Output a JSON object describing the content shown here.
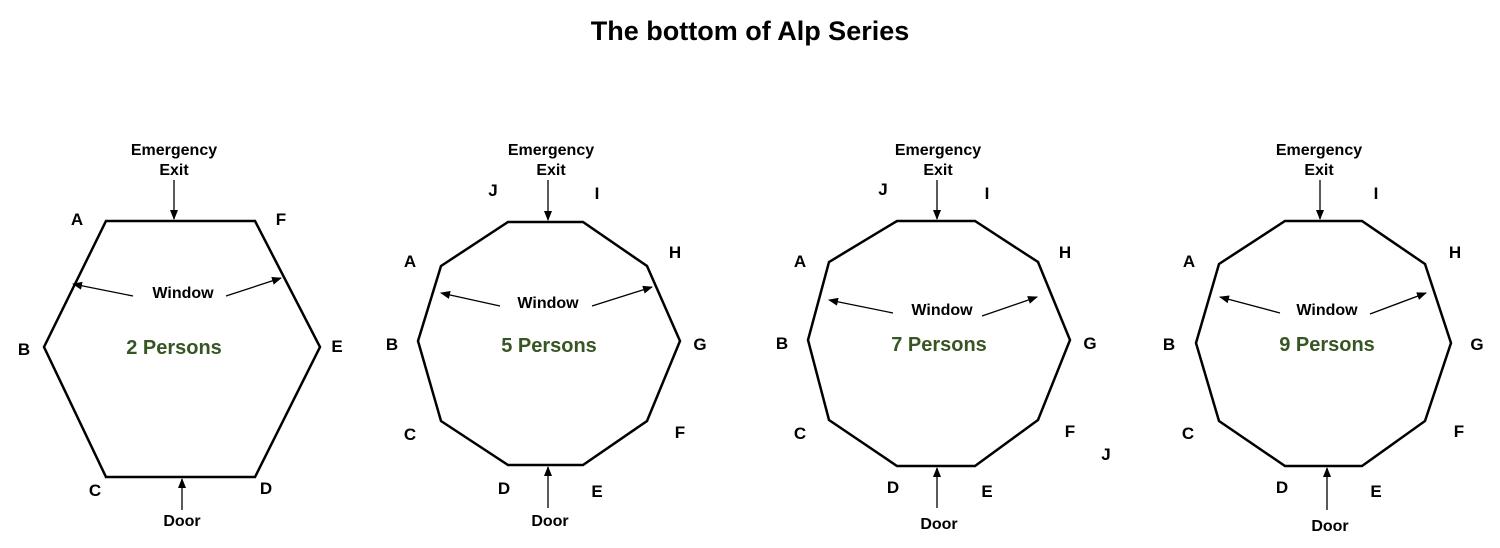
{
  "title": "The bottom of Alp Series",
  "diagrams": [
    {
      "persons": "2 Persons",
      "emergency_exit": [
        "Emergency",
        "Exit"
      ],
      "window": "Window",
      "door": "Door",
      "vertices": [
        "A",
        "F",
        "B",
        "E",
        "C",
        "D"
      ]
    },
    {
      "persons": "5 Persons",
      "emergency_exit": [
        "Emergency",
        "Exit"
      ],
      "window": "Window",
      "door": "Door",
      "vertices": [
        "J",
        "I",
        "A",
        "H",
        "B",
        "G",
        "C",
        "F",
        "D",
        "E"
      ]
    },
    {
      "persons": "7 Persons",
      "emergency_exit": [
        "Emergency",
        "Exit"
      ],
      "window": "Window",
      "door": "Door",
      "vertices": [
        "J",
        "I",
        "A",
        "H",
        "B",
        "G",
        "C",
        "F",
        "J",
        "D",
        "E"
      ]
    },
    {
      "persons": "9 Persons",
      "emergency_exit": [
        "Emergency",
        "Exit"
      ],
      "window": "Window",
      "door": "Door",
      "vertices": [
        "I",
        "A",
        "H",
        "B",
        "G",
        "C",
        "F",
        "D",
        "E"
      ]
    }
  ],
  "colors": {
    "persons_text": "#375623",
    "outline": "#000000"
  }
}
